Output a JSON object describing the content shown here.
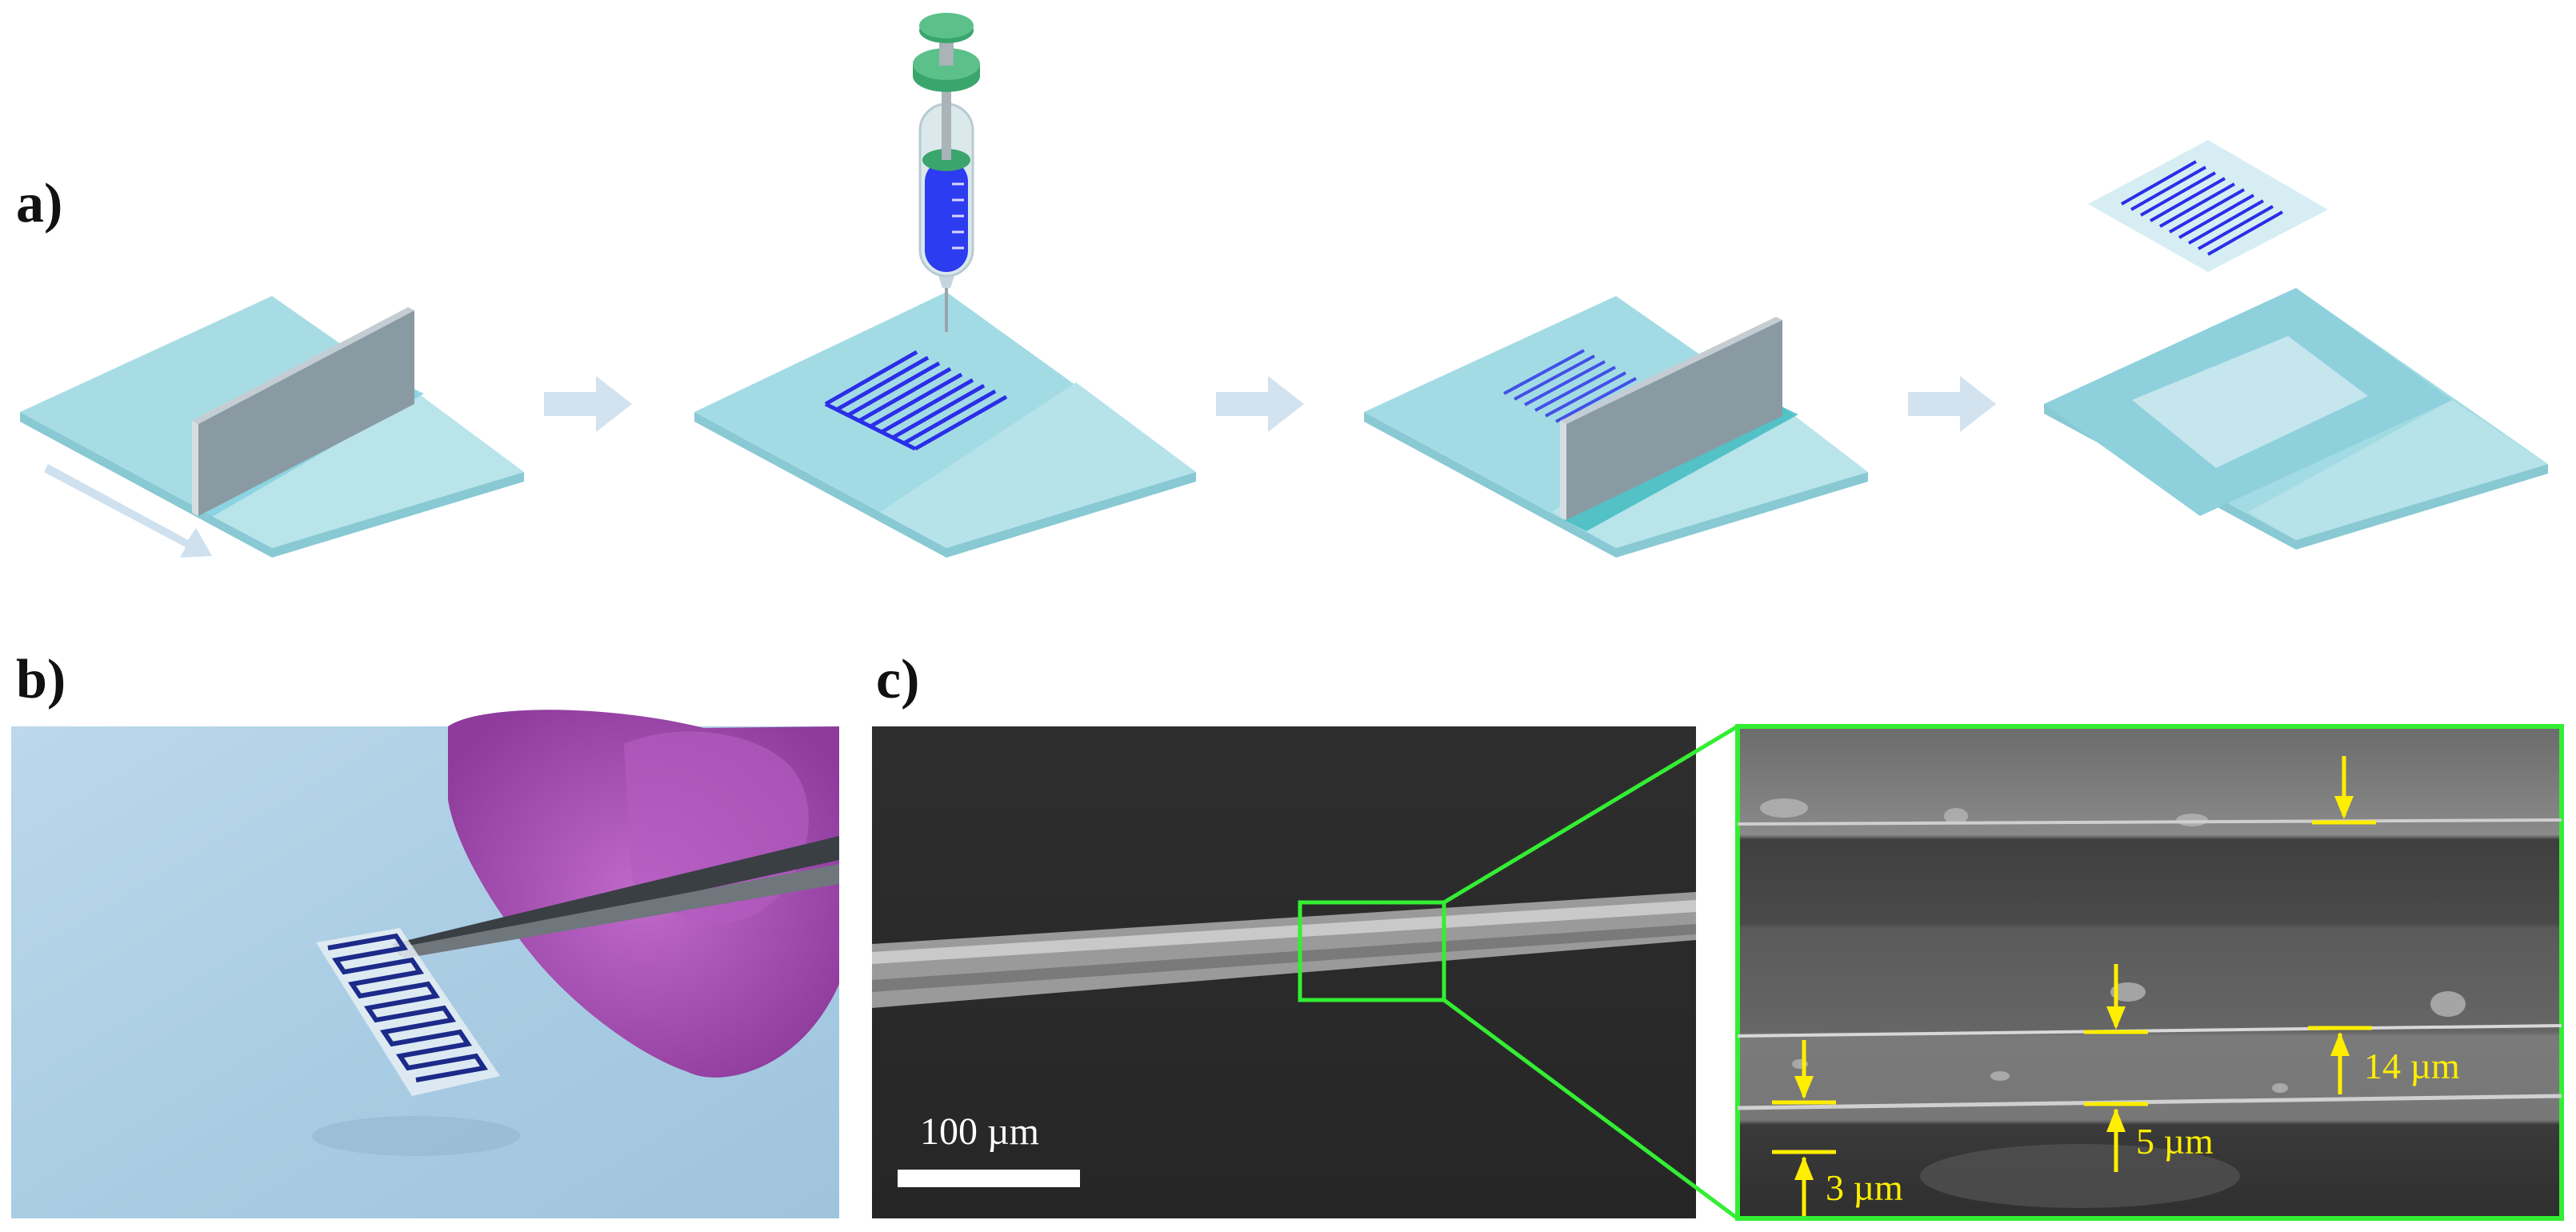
{
  "panels": {
    "a": {
      "label": "a)"
    },
    "b": {
      "label": "b)"
    },
    "c": {
      "label": "c)"
    }
  },
  "sem": {
    "scale_bar": "100 µm",
    "measurements": {
      "top_layer": "14 µm",
      "middle_layer": "5 µm",
      "bottom_layer": "3 µm"
    }
  },
  "colors": {
    "substrate": "#a8dce4",
    "substrate_edge": "#88c9d3",
    "blade": "#8a9aa3",
    "ink_blue": "#2a2ee8",
    "syringe_green": "#3aa56c",
    "zoom_box": "#33ee33",
    "measure_yellow": "#ffee00"
  }
}
